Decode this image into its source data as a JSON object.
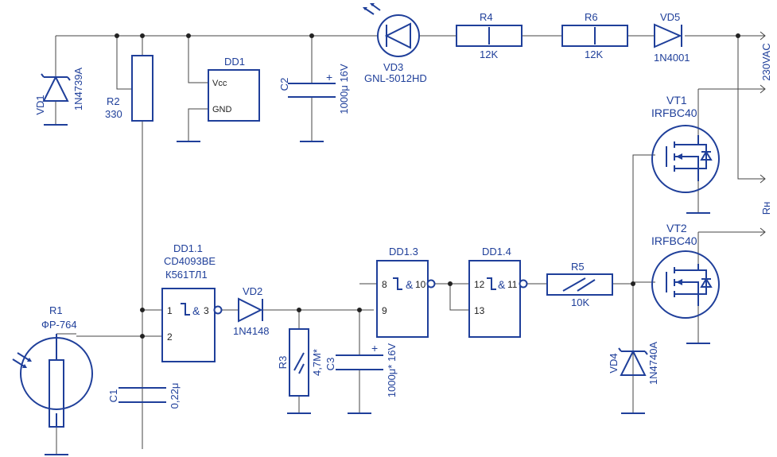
{
  "components": {
    "vd1": {
      "ref": "VD1",
      "part": "1N4739A"
    },
    "r2": {
      "ref": "R2",
      "value": "330"
    },
    "dd1": {
      "ref": "DD1",
      "vcc": "Vcc",
      "gnd": "GND"
    },
    "c2": {
      "ref": "C2",
      "value": "1000μ 16V",
      "plus": "+"
    },
    "vd3": {
      "ref": "VD3",
      "part": "GNL-5012HD"
    },
    "r4": {
      "ref": "R4",
      "value": "12K"
    },
    "r6": {
      "ref": "R6",
      "value": "12K"
    },
    "vd5": {
      "ref": "VD5",
      "part": "1N4001"
    },
    "supply": {
      "label": "230VAC"
    },
    "vt1": {
      "ref": "VT1",
      "part": "IRFBC40"
    },
    "load": {
      "label": "Rн"
    },
    "vt2": {
      "ref": "VT2",
      "part": "IRFBC40"
    },
    "dd1_1": {
      "ref": "DD1.1",
      "part1": "CD4093BE",
      "part2": "К561ТЛ1",
      "pin_in1": "1",
      "pin_in2": "2",
      "pin_out": "3",
      "amp": "&"
    },
    "vd2": {
      "ref": "VD2",
      "part": "1N4148"
    },
    "r1": {
      "ref": "R1",
      "part": "ФР-764"
    },
    "c1": {
      "ref": "C1",
      "value": "0,22μ"
    },
    "r3": {
      "ref": "R3",
      "value": "4,7М*"
    },
    "c3": {
      "ref": "C3",
      "value": "1000μ* 16V",
      "plus": "+"
    },
    "dd1_3": {
      "ref": "DD1.3",
      "pin_in1": "8",
      "pin_in2": "9",
      "pin_out": "10",
      "amp": "&"
    },
    "dd1_4": {
      "ref": "DD1.4",
      "pin_in1": "12",
      "pin_in2": "13",
      "pin_out": "11",
      "amp": "&"
    },
    "r5": {
      "ref": "R5",
      "value": "10K"
    },
    "vd4": {
      "ref": "VD4",
      "part": "1N4740A"
    }
  }
}
